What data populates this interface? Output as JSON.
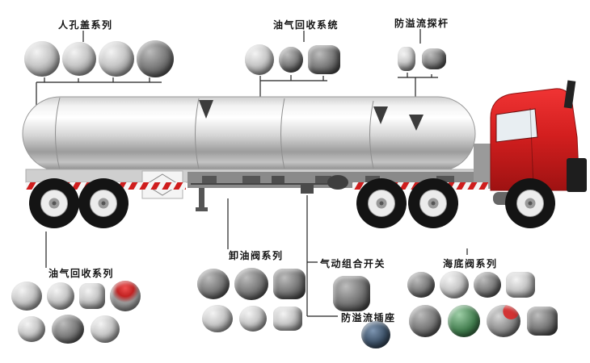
{
  "diagram": {
    "labels": {
      "manhole_series": "人孔盖系列",
      "vapor_recovery_system": "油气回收系统",
      "overflow_probe": "防溢流探杆",
      "vapor_recovery_series": "油气回收系列",
      "unload_valve_series": "卸油阀系列",
      "pneumatic_combo_switch": "气动组合开关",
      "overflow_socket": "防溢流插座",
      "bottom_valve_series": "海底阀系列"
    },
    "colors": {
      "cab_red": "#cf1d1d",
      "stripe_red": "#cf1d1d",
      "tank_light": "#ffffff",
      "tank_dark": "#8a8a8a",
      "line": "#222222"
    }
  }
}
